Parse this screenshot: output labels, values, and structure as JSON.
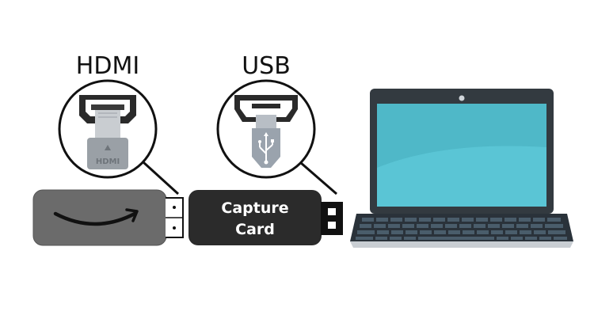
{
  "labels": {
    "hdmi": "HDMI",
    "usb": "USB"
  },
  "hdmi_plug_text": "HDMI",
  "capture_card": {
    "line1": "Capture",
    "line2": "Card"
  },
  "icons": {
    "fire_stick": "amazon-smile-logo",
    "usb_symbol": "usb-trident-icon"
  },
  "colors": {
    "background": "#ffffff",
    "fire_stick_body": "#6b6b6b",
    "capture_card_body": "#2b2b2b",
    "laptop_frame": "#333a40",
    "laptop_screen": "#4fb8c8",
    "laptop_base": "#2a323a",
    "laptop_keys": "#4a5d6b",
    "usb_connector": "#9aa3ad"
  }
}
